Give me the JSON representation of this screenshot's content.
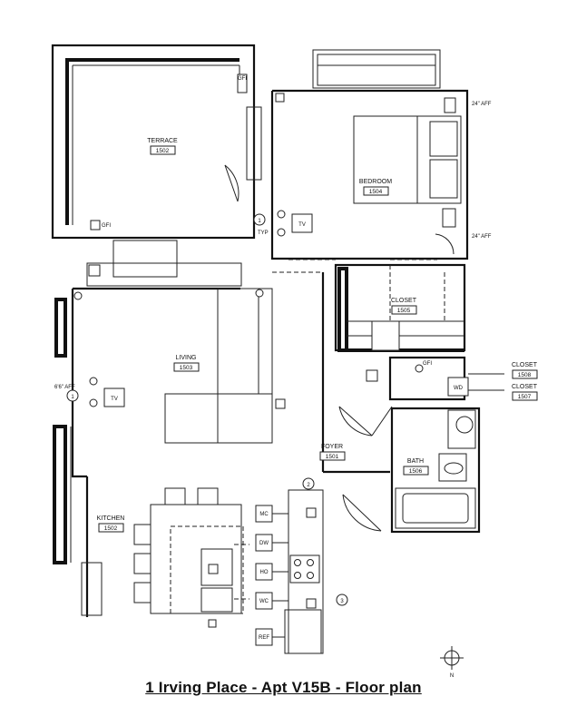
{
  "rooms": {
    "terrace": {
      "name": "TERRACE",
      "number": "1502"
    },
    "bedroom": {
      "name": "BEDROOM",
      "number": "1504"
    },
    "closet": {
      "name": "CLOSET",
      "number": "1505"
    },
    "living": {
      "name": "LIVING",
      "number": "1503"
    },
    "foyer": {
      "name": "FOYER",
      "number": "1501"
    },
    "bath": {
      "name": "BATH",
      "number": "1506"
    },
    "kitchen": {
      "name": "KITCHEN",
      "number": "1502"
    },
    "closet2": {
      "name": "CLOSET",
      "number": "1508"
    },
    "closet3": {
      "name": "CLOSET",
      "number": "1507"
    }
  },
  "appliances": {
    "mc": "MC",
    "dw": "DW",
    "ho": "HO",
    "wc": "WC",
    "ref": "REF",
    "wd": "WD"
  },
  "annotations": {
    "tv1": "TV",
    "tv2": "TV",
    "aff_bed_top": "24\" AFF",
    "aff_bed_mid": "24\" AFF",
    "aff_living": "6'6\" AFF",
    "typ": "TYP",
    "gfi_terrace": "GFI",
    "gfi_bed": "GFI",
    "gfi_closet": "GFI",
    "tag1": "1",
    "tag1b": "1",
    "tag2": "2",
    "tag3": "3",
    "n": "N"
  },
  "caption": "1 Irving Place - Apt V15B - Floor plan"
}
